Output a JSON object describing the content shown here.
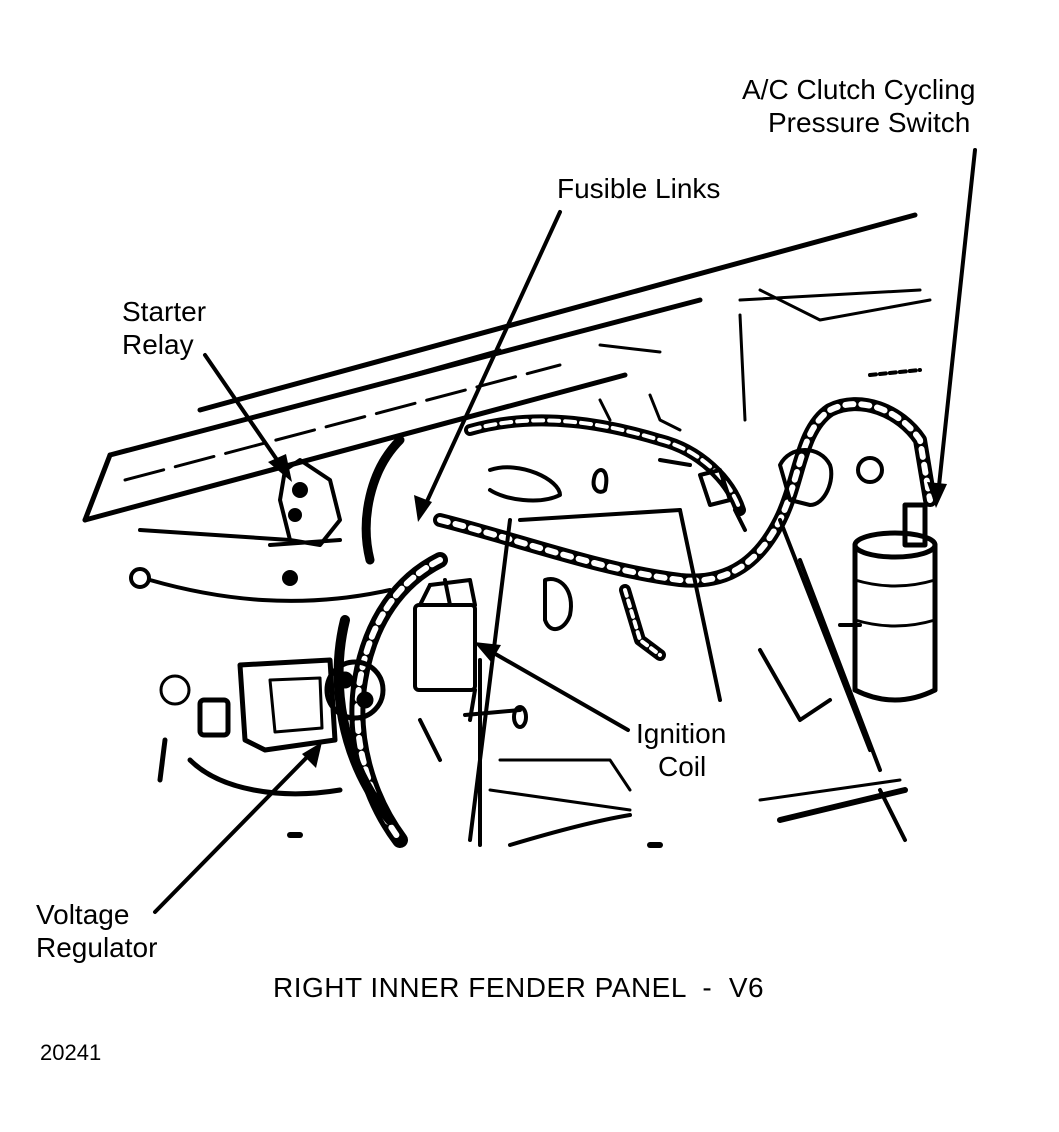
{
  "labels": {
    "ac_clutch_line1": "A/C Clutch Cycling",
    "ac_clutch_line2": "Pressure Switch",
    "fusible_links": "Fusible Links",
    "starter_line1": "Starter",
    "starter_line2": "Relay",
    "ignition_line1": "Ignition",
    "ignition_line2": "Coil",
    "voltage_line1": "Voltage",
    "voltage_line2": "Regulator"
  },
  "caption": "RIGHT INNER FENDER PANEL  -  V6",
  "figure_number": "20241",
  "colors": {
    "ink": "#000000",
    "paper": "#ffffff"
  }
}
